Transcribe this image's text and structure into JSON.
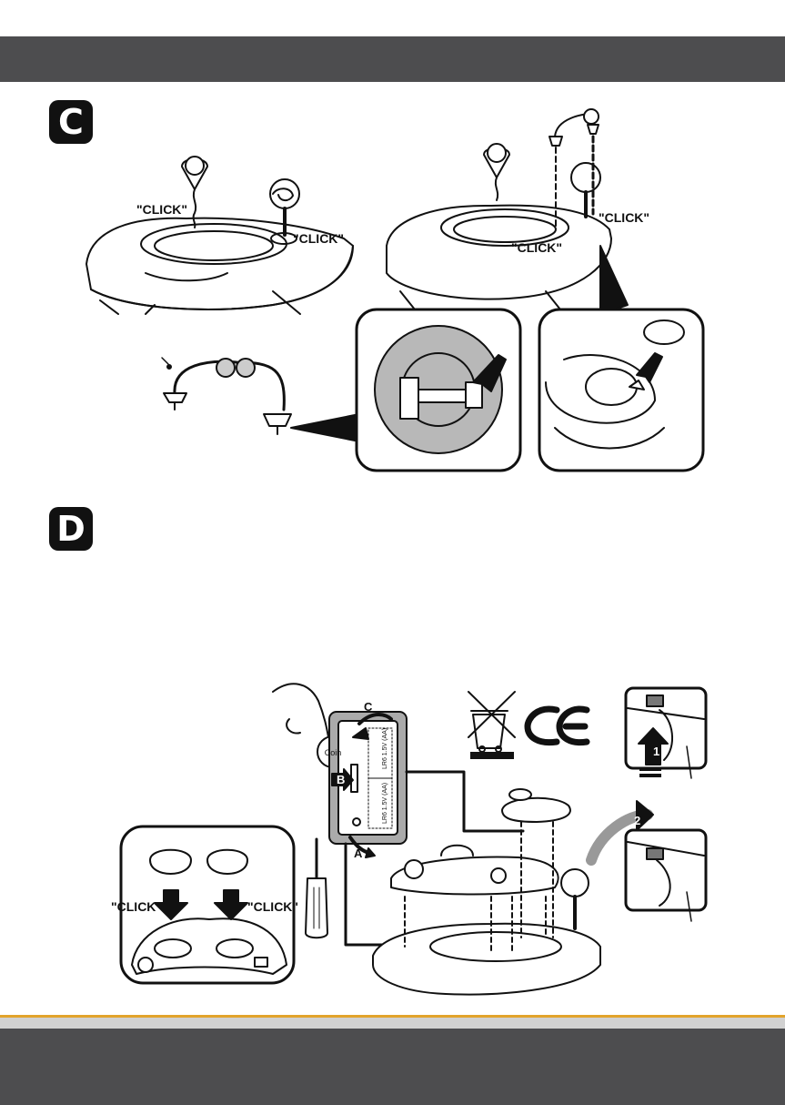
{
  "sections": {
    "c": {
      "badge": "C"
    },
    "d": {
      "badge": "D"
    }
  },
  "labels": {
    "click": "\"CLICK\"",
    "coin": "Coin",
    "step_a": "A",
    "step_b": "B",
    "step_c": "C",
    "step_1": "1",
    "step_2": "2",
    "battery_label": "LR6 1.5V (AA)"
  },
  "colors": {
    "header_bar": "#4d4d4f",
    "accent_line": "#e2a32c"
  }
}
